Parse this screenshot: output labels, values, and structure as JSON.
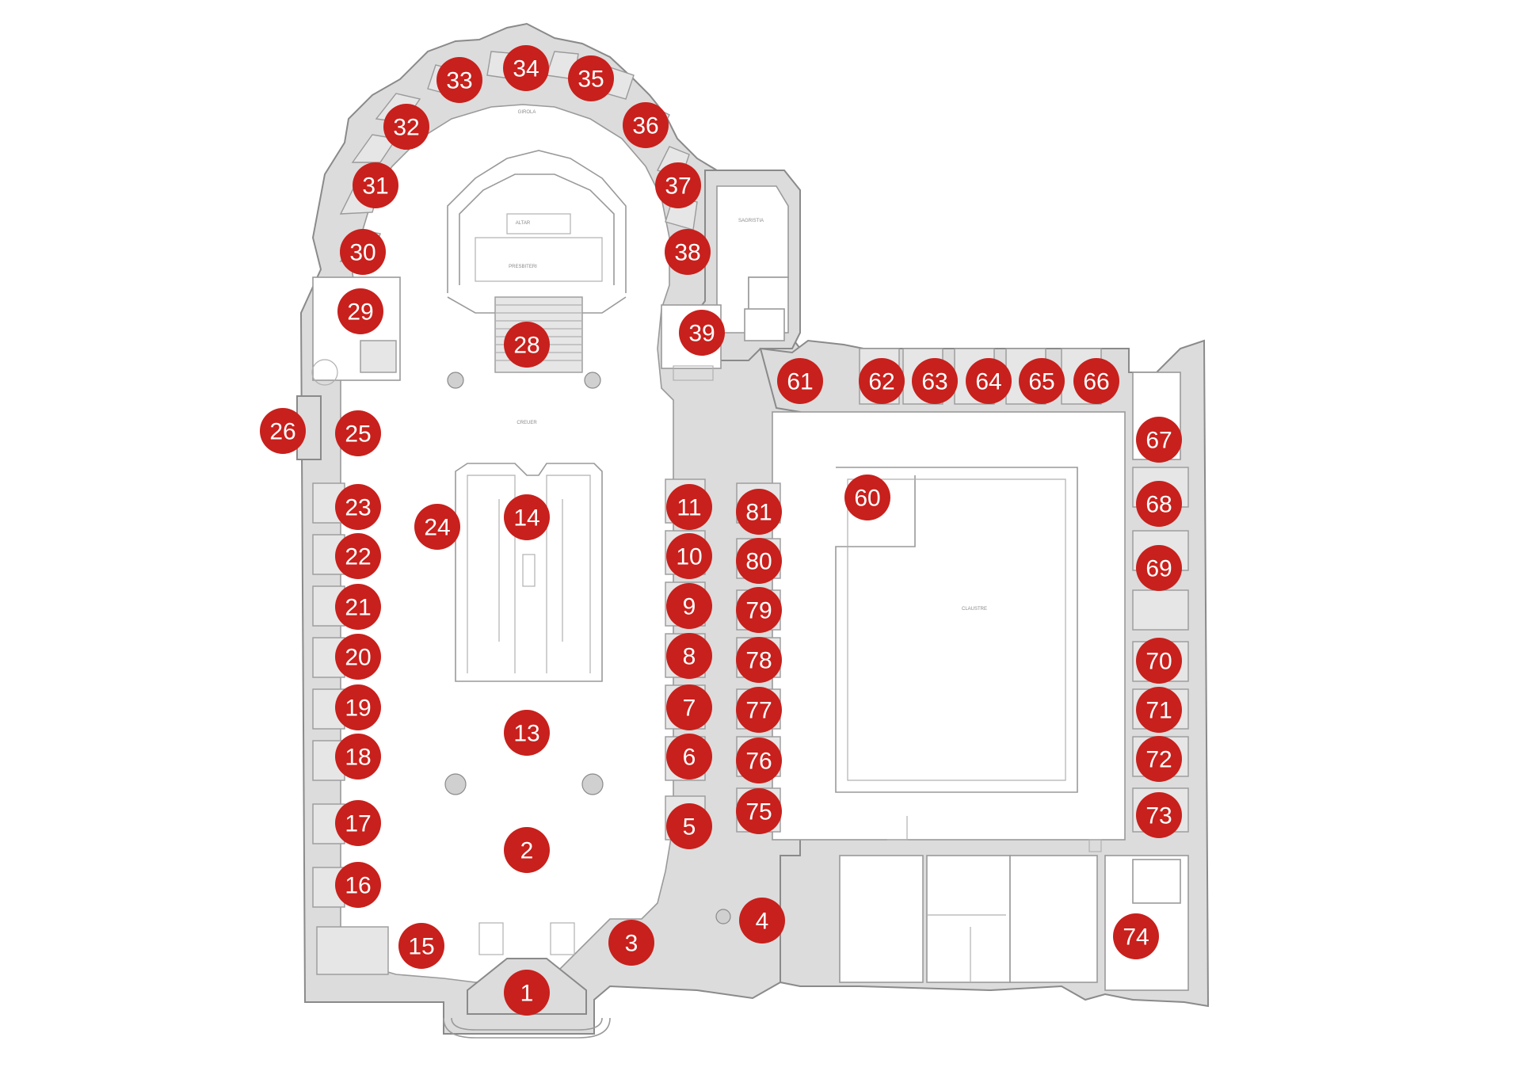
{
  "map": {
    "background": "#ffffff",
    "marker_color": "#c8201c",
    "marker_text_color": "#ffffff",
    "wall_color": "#dcdcdc",
    "markers": [
      {
        "label": "1"
      },
      {
        "label": "2"
      },
      {
        "label": "3"
      },
      {
        "label": "4"
      },
      {
        "label": "5"
      },
      {
        "label": "6"
      },
      {
        "label": "7"
      },
      {
        "label": "8"
      },
      {
        "label": "9"
      },
      {
        "label": "10"
      },
      {
        "label": "11"
      },
      {
        "label": "13"
      },
      {
        "label": "14"
      },
      {
        "label": "15"
      },
      {
        "label": "16"
      },
      {
        "label": "17"
      },
      {
        "label": "18"
      },
      {
        "label": "19"
      },
      {
        "label": "20"
      },
      {
        "label": "21"
      },
      {
        "label": "22"
      },
      {
        "label": "23"
      },
      {
        "label": "24"
      },
      {
        "label": "25"
      },
      {
        "label": "26"
      },
      {
        "label": "28"
      },
      {
        "label": "29"
      },
      {
        "label": "30"
      },
      {
        "label": "31"
      },
      {
        "label": "32"
      },
      {
        "label": "33"
      },
      {
        "label": "34"
      },
      {
        "label": "35"
      },
      {
        "label": "36"
      },
      {
        "label": "37"
      },
      {
        "label": "38"
      },
      {
        "label": "39"
      },
      {
        "label": "60"
      },
      {
        "label": "61"
      },
      {
        "label": "62"
      },
      {
        "label": "63"
      },
      {
        "label": "64"
      },
      {
        "label": "65"
      },
      {
        "label": "66"
      },
      {
        "label": "67"
      },
      {
        "label": "68"
      },
      {
        "label": "69"
      },
      {
        "label": "70"
      },
      {
        "label": "71"
      },
      {
        "label": "72"
      },
      {
        "label": "73"
      },
      {
        "label": "74"
      },
      {
        "label": "75"
      },
      {
        "label": "76"
      },
      {
        "label": "77"
      },
      {
        "label": "78"
      },
      {
        "label": "79"
      },
      {
        "label": "80"
      },
      {
        "label": "81"
      }
    ],
    "plan_labels": {
      "girola": "GIROLA",
      "altar": "ALTAR",
      "presbiteri": "PRESBITERI",
      "sagristia": "SAGRISTIA",
      "creuer": "CREUER",
      "claustre": "CLAUSTRE"
    }
  }
}
